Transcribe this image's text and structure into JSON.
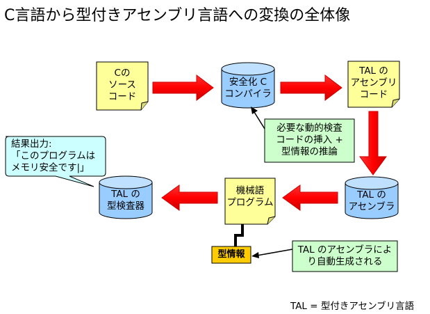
{
  "title": "C言語から型付きアセンブリ言語への変換の全体像",
  "nodes": {
    "c_source": [
      "Cの",
      "ソース",
      "コード"
    ],
    "safe_c_compiler": [
      "安全化 C",
      "コンパイラ"
    ],
    "tal_assembly_code": [
      "TAL の",
      "アセンブリ",
      "コード"
    ],
    "tal_assembler": [
      "TAL の",
      "アセンブラ"
    ],
    "machine_program": [
      "機械語",
      "プログラム"
    ],
    "tal_type_checker": [
      "TAL の",
      "型検査器"
    ],
    "type_info": "型情報"
  },
  "notes": {
    "checks": [
      "必要な動的検査",
      "コードの挿入 +",
      "型情報の推論"
    ],
    "auto_generated": [
      "TAL のアセンブラによ",
      "り自動生成される"
    ]
  },
  "result_bubble": [
    "結果出力:",
    "「このプログラムは",
    "メモリ安全です|」"
  ],
  "footer": "TAL = 型付きアセンブリ言語",
  "colors": {
    "note_yellow": "#ffff99",
    "cylinder_blue": "#99ccff",
    "note_green": "#ccffcc",
    "bubble_cyan": "#ccffff",
    "tag_orange": "#ffcc00",
    "arrow_red": "#ff0000",
    "outline": "#000000"
  }
}
